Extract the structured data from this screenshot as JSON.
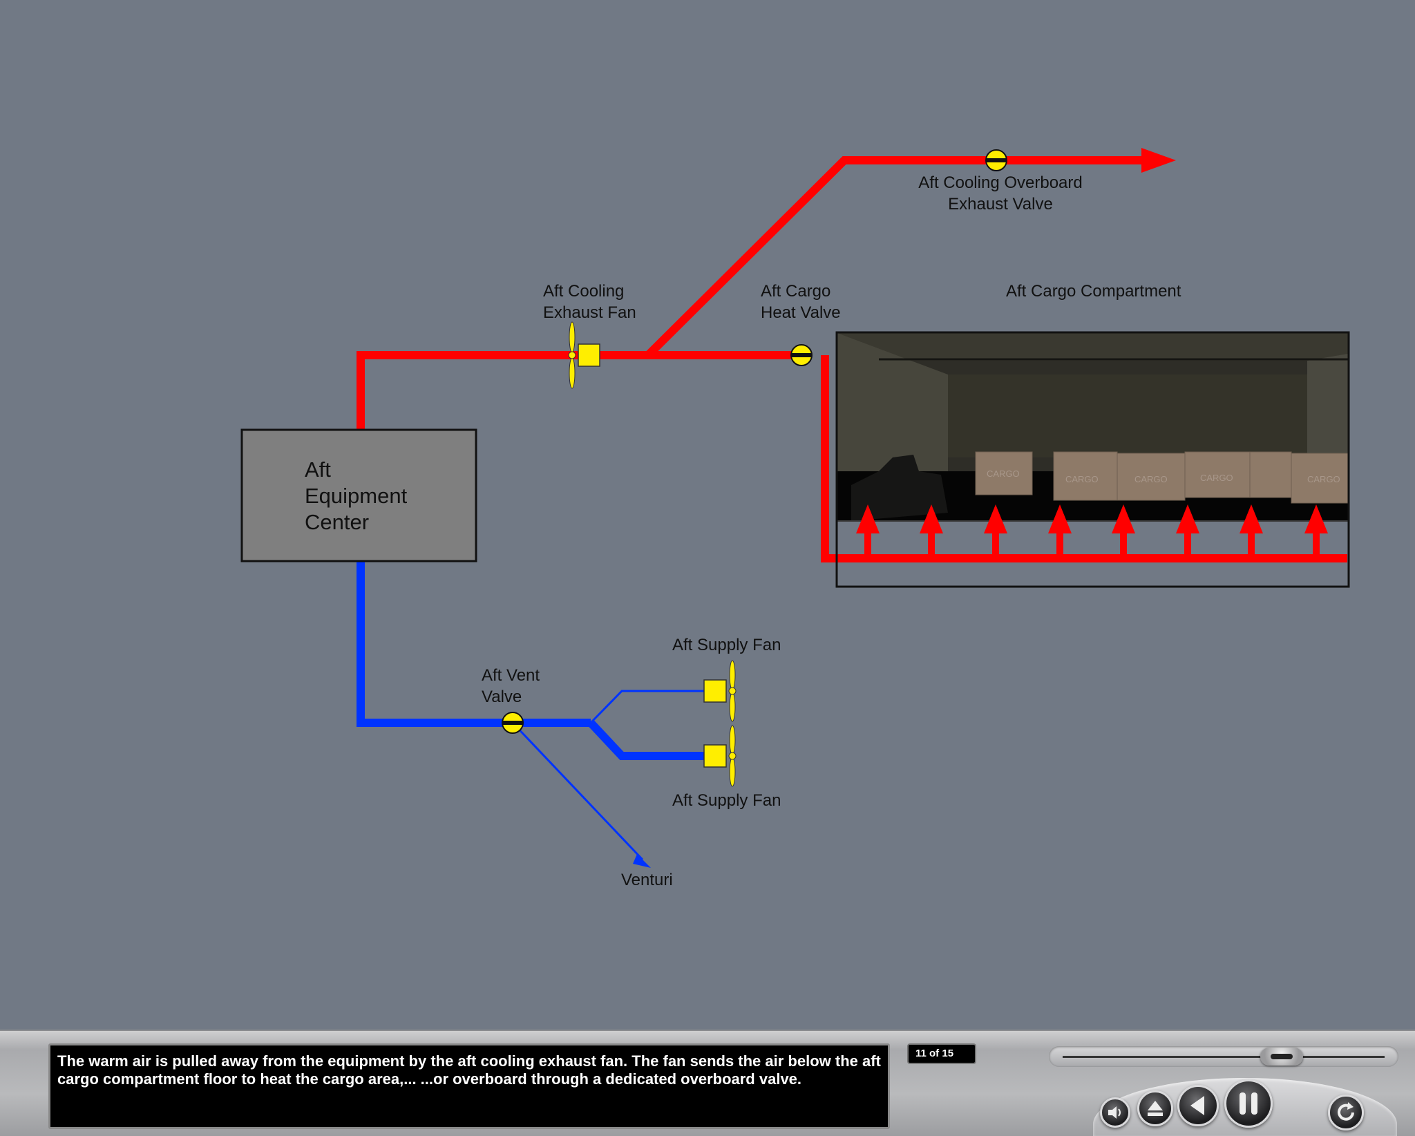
{
  "diagram": {
    "labels": {
      "overboard_valve": [
        "Aft Cooling Overboard",
        "Exhaust Valve"
      ],
      "exhaust_fan": [
        "Aft Cooling",
        "Exhaust Fan"
      ],
      "heat_valve": [
        "Aft Cargo",
        "Heat Valve"
      ],
      "cargo_compartment": "Aft Cargo Compartment",
      "equipment_center": [
        "Aft",
        "Equipment",
        "Center"
      ],
      "supply_fan_upper": "Aft Supply Fan",
      "supply_fan_lower": "Aft Supply Fan",
      "vent_valve": [
        "Aft Vent",
        "Valve"
      ],
      "venturi": "Venturi"
    },
    "box_text": "CARGO",
    "colors": {
      "background": "#717985",
      "warm_air": "#ff0000",
      "cool_air": "#0033ff",
      "component": "#ffee00",
      "equipment_box": "#7f7f7f"
    }
  },
  "controls": {
    "caption": "The warm air is pulled away from the equipment by the aft cooling exhaust fan. The fan sends the air below the aft cargo compartment floor to heat the cargo area,... ...or overboard through a dedicated overboard valve.",
    "counter": "11 of 15",
    "progress_fraction": 0.69,
    "icons": [
      "speaker-icon",
      "eject-icon",
      "back-icon",
      "pause-icon",
      "replay-icon"
    ]
  }
}
